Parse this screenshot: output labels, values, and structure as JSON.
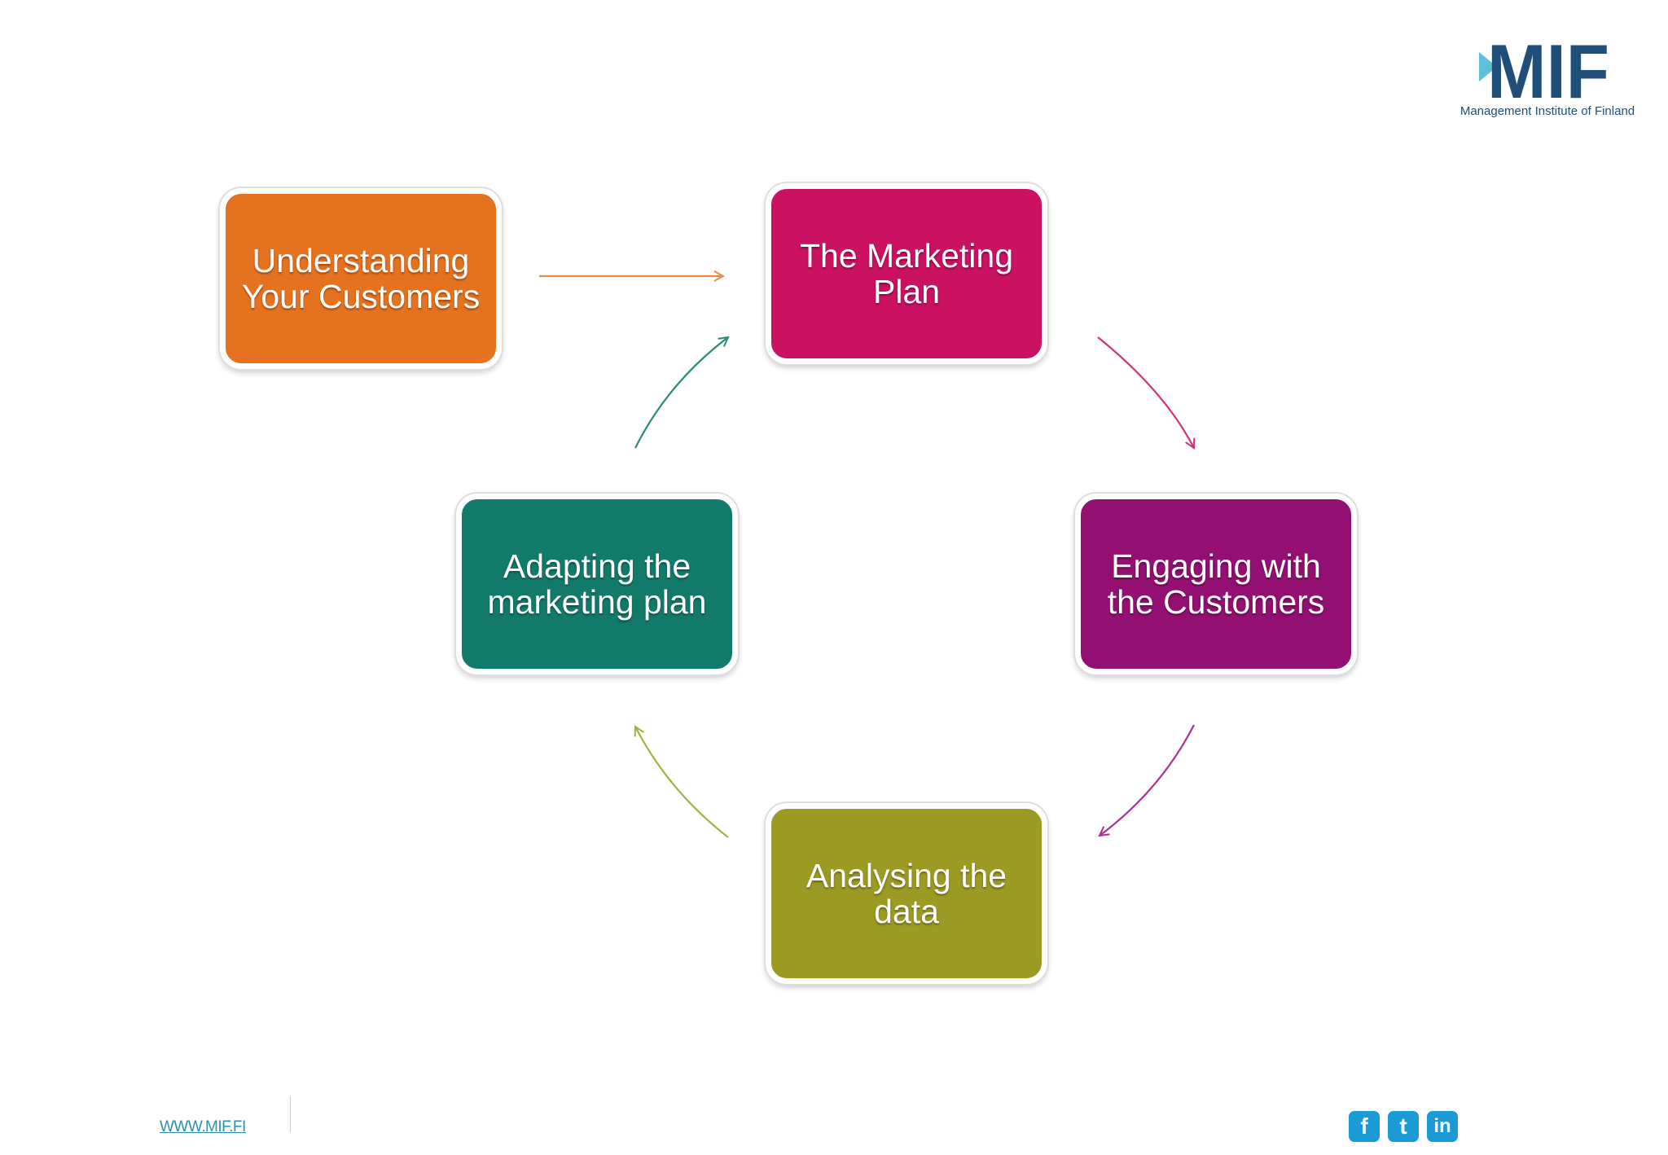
{
  "logo": {
    "text": "MIF",
    "tagline": "Management Institute of Finland",
    "color": "#1f4e79",
    "accent": "#5bc0d8"
  },
  "diagram": {
    "nodes": [
      {
        "id": "understanding",
        "label": "Understanding Your Customers",
        "color": "#e5721f"
      },
      {
        "id": "marketing-plan",
        "label": "The Marketing Plan",
        "color": "#cb1162"
      },
      {
        "id": "engaging",
        "label": "Engaging with the Customers",
        "color": "#930f72"
      },
      {
        "id": "analysing",
        "label": "Analysing the data",
        "color": "#9c9a22"
      },
      {
        "id": "adapting",
        "label": "Adapting the marketing plan",
        "color": "#127a6a"
      }
    ],
    "edges": [
      {
        "from": "understanding",
        "to": "marketing-plan",
        "color": "#e98b48"
      },
      {
        "from": "marketing-plan",
        "to": "engaging",
        "color": "#d4317a"
      },
      {
        "from": "engaging",
        "to": "analysing",
        "color": "#a63392"
      },
      {
        "from": "analysing",
        "to": "adapting",
        "color": "#a3b044"
      },
      {
        "from": "adapting",
        "to": "marketing-plan",
        "color": "#2b8a78"
      }
    ]
  },
  "footer": {
    "url": "WWW.MIF.FI",
    "social": [
      {
        "name": "facebook-icon",
        "glyph": "f"
      },
      {
        "name": "twitter-icon",
        "glyph": "t"
      },
      {
        "name": "linkedin-icon",
        "glyph": "in"
      }
    ],
    "social_color": "#1a9bd6"
  }
}
